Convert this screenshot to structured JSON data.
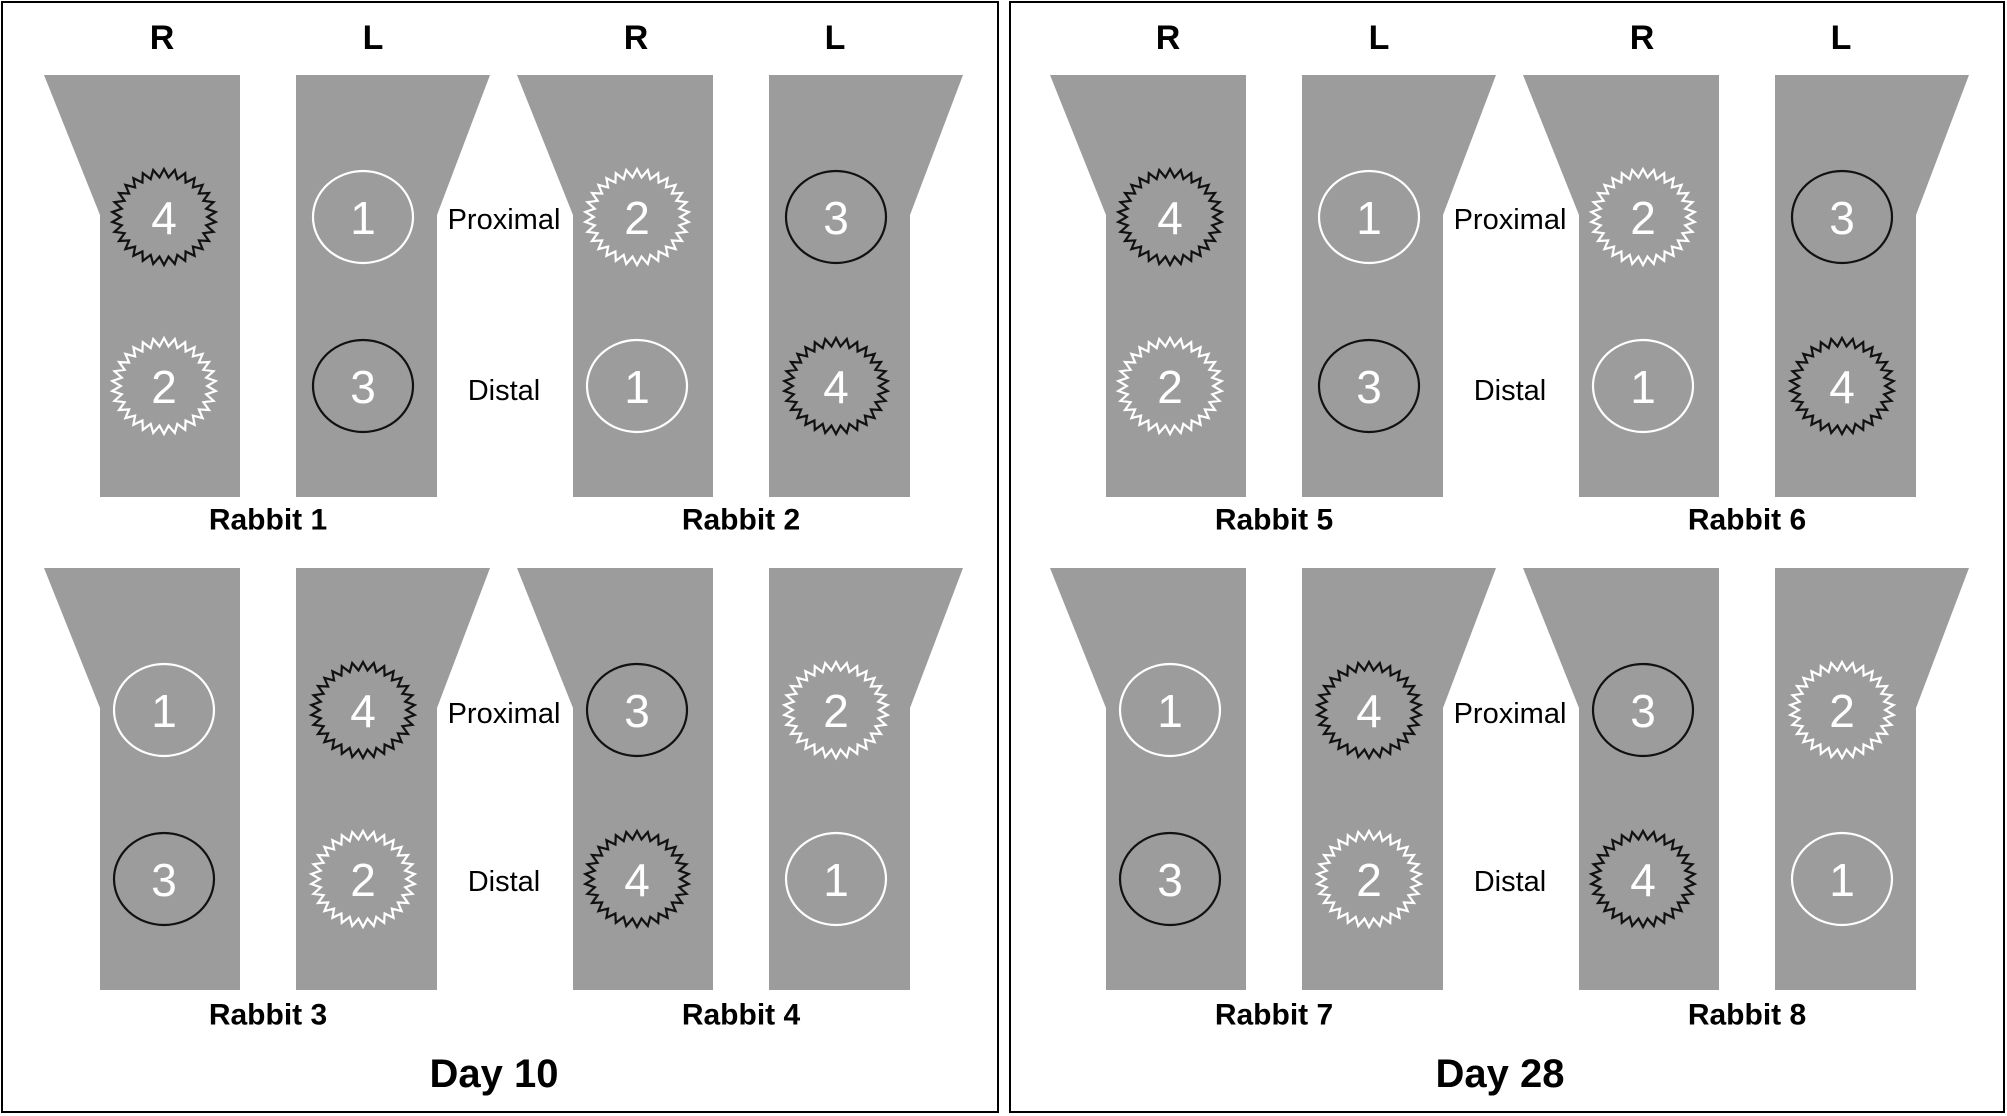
{
  "colors": {
    "limb_fill": "#9c9c9c",
    "white_marker": "#ffffff",
    "black_marker": "#111111",
    "panel_border": "#000000"
  },
  "side_labels": {
    "right": "R",
    "left": "L"
  },
  "position_labels": {
    "proximal": "Proximal",
    "distal": "Distal"
  },
  "panels": [
    {
      "day_label": "Day 10",
      "rabbits": [
        {
          "label": "Rabbit 1",
          "R": {
            "proximal": {
              "n": "4",
              "shape": "star",
              "color": "black"
            },
            "distal": {
              "n": "2",
              "shape": "star",
              "color": "white"
            }
          },
          "L": {
            "proximal": {
              "n": "1",
              "shape": "circle",
              "color": "white"
            },
            "distal": {
              "n": "3",
              "shape": "circle",
              "color": "black"
            }
          }
        },
        {
          "label": "Rabbit 2",
          "R": {
            "proximal": {
              "n": "2",
              "shape": "star",
              "color": "white"
            },
            "distal": {
              "n": "1",
              "shape": "circle",
              "color": "white"
            }
          },
          "L": {
            "proximal": {
              "n": "3",
              "shape": "circle",
              "color": "black"
            },
            "distal": {
              "n": "4",
              "shape": "star",
              "color": "black"
            }
          }
        },
        {
          "label": "Rabbit 3",
          "R": {
            "proximal": {
              "n": "1",
              "shape": "circle",
              "color": "white"
            },
            "distal": {
              "n": "3",
              "shape": "circle",
              "color": "black"
            }
          },
          "L": {
            "proximal": {
              "n": "4",
              "shape": "star",
              "color": "black"
            },
            "distal": {
              "n": "2",
              "shape": "star",
              "color": "white"
            }
          }
        },
        {
          "label": "Rabbit 4",
          "R": {
            "proximal": {
              "n": "3",
              "shape": "circle",
              "color": "black"
            },
            "distal": {
              "n": "4",
              "shape": "star",
              "color": "black"
            }
          },
          "L": {
            "proximal": {
              "n": "2",
              "shape": "star",
              "color": "white"
            },
            "distal": {
              "n": "1",
              "shape": "circle",
              "color": "white"
            }
          }
        }
      ]
    },
    {
      "day_label": "Day 28",
      "rabbits": [
        {
          "label": "Rabbit 5",
          "R": {
            "proximal": {
              "n": "4",
              "shape": "star",
              "color": "black"
            },
            "distal": {
              "n": "2",
              "shape": "star",
              "color": "white"
            }
          },
          "L": {
            "proximal": {
              "n": "1",
              "shape": "circle",
              "color": "white"
            },
            "distal": {
              "n": "3",
              "shape": "circle",
              "color": "black"
            }
          }
        },
        {
          "label": "Rabbit 6",
          "R": {
            "proximal": {
              "n": "2",
              "shape": "star",
              "color": "white"
            },
            "distal": {
              "n": "1",
              "shape": "circle",
              "color": "white"
            }
          },
          "L": {
            "proximal": {
              "n": "3",
              "shape": "circle",
              "color": "black"
            },
            "distal": {
              "n": "4",
              "shape": "star",
              "color": "black"
            }
          }
        },
        {
          "label": "Rabbit 7",
          "R": {
            "proximal": {
              "n": "1",
              "shape": "circle",
              "color": "white"
            },
            "distal": {
              "n": "3",
              "shape": "circle",
              "color": "black"
            }
          },
          "L": {
            "proximal": {
              "n": "4",
              "shape": "star",
              "color": "black"
            },
            "distal": {
              "n": "2",
              "shape": "star",
              "color": "white"
            }
          }
        },
        {
          "label": "Rabbit 8",
          "R": {
            "proximal": {
              "n": "3",
              "shape": "circle",
              "color": "black"
            },
            "distal": {
              "n": "4",
              "shape": "star",
              "color": "black"
            }
          },
          "L": {
            "proximal": {
              "n": "2",
              "shape": "star",
              "color": "white"
            },
            "distal": {
              "n": "1",
              "shape": "circle",
              "color": "white"
            }
          }
        }
      ]
    }
  ]
}
